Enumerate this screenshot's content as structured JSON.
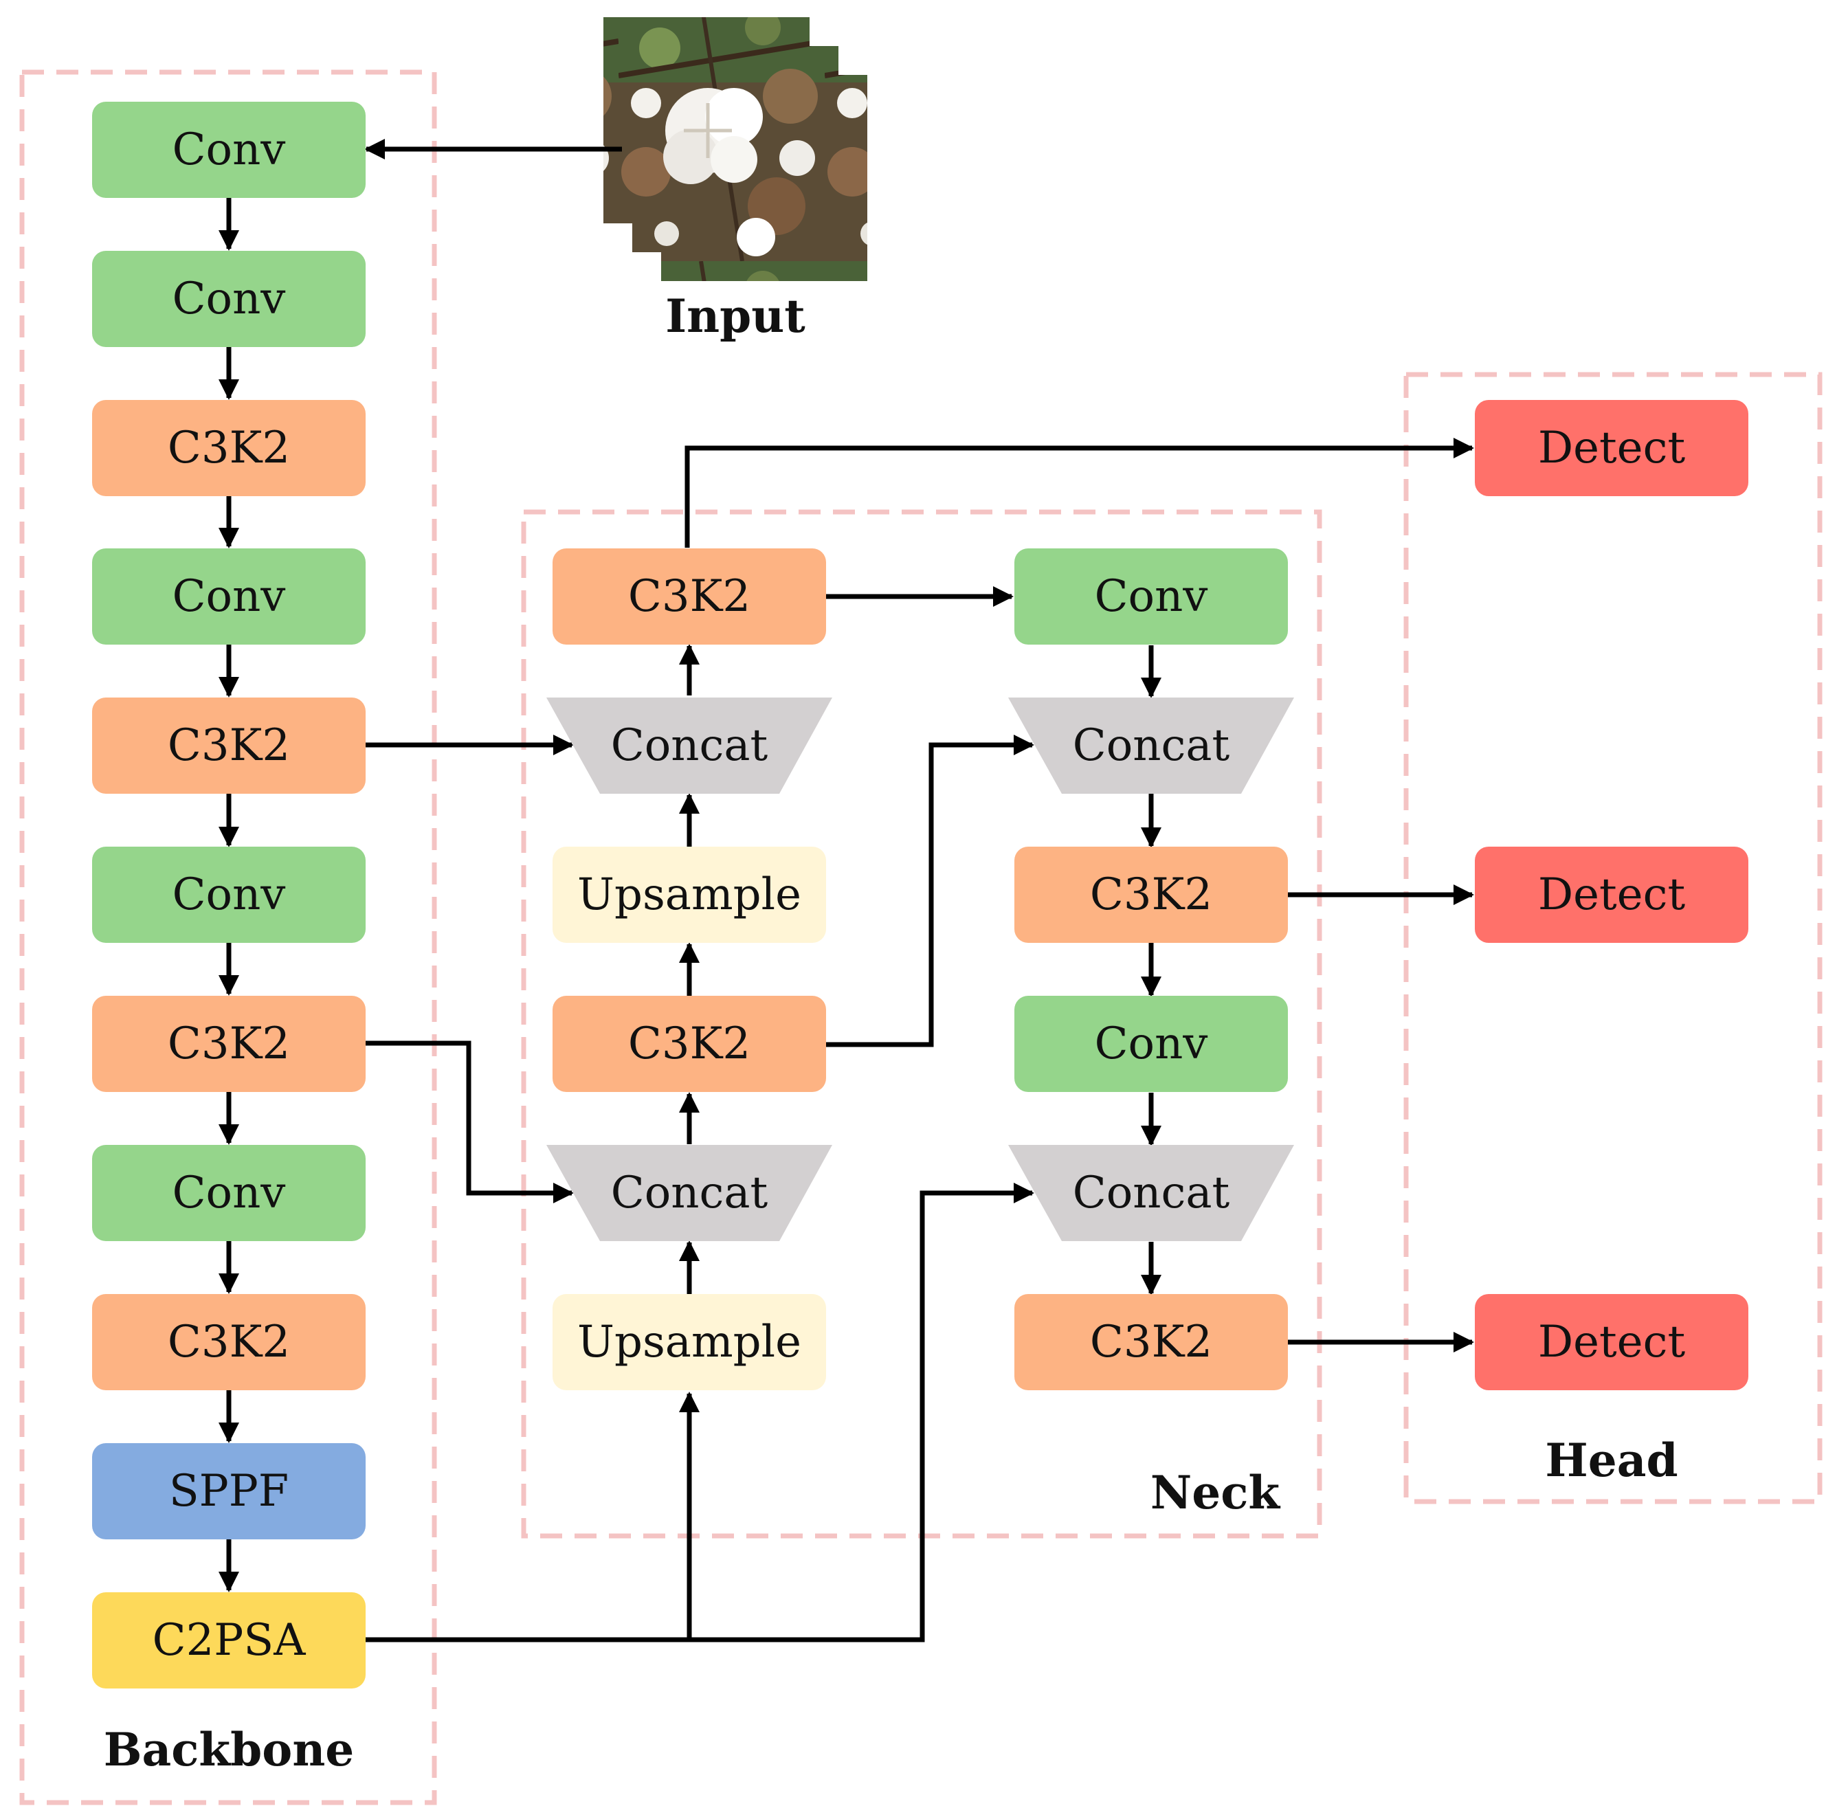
{
  "groups": {
    "backbone": "Backbone",
    "neck": "Neck",
    "head": "Head"
  },
  "input_label": "Input",
  "colors": {
    "conv": "#95d58b",
    "c3k2": "#fdb383",
    "concat": "#d3d0d1",
    "upsample": "#fff5d6",
    "sppf": "#84abe0",
    "c2psa": "#fdd95a",
    "detect": "#ff716a",
    "group_border": "#f4c3c3"
  },
  "nodes": {
    "bb1": "Conv",
    "bb2": "Conv",
    "bb3": "C3K2",
    "bb4": "Conv",
    "bb5": "C3K2",
    "bb6": "Conv",
    "bb7": "C3K2",
    "bb8": "Conv",
    "bb9": "C3K2",
    "bb10": "SPPF",
    "bb11": "C2PSA",
    "nl1": "C3K2",
    "nl2": "Concat",
    "nl3": "Upsample",
    "nl4": "C3K2",
    "nl5": "Concat",
    "nl6": "Upsample",
    "nr1": "Conv",
    "nr2": "Concat",
    "nr3": "C3K2",
    "nr4": "Conv",
    "nr5": "Concat",
    "nr6": "C3K2",
    "hd1": "Detect",
    "hd2": "Detect",
    "hd3": "Detect"
  }
}
